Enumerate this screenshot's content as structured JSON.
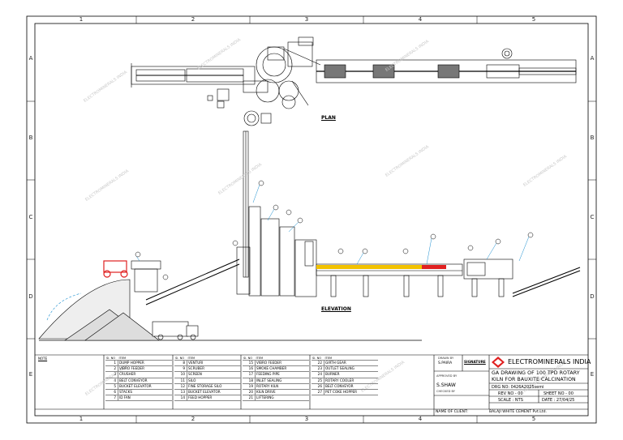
{
  "zones": {
    "columns": [
      "1",
      "2",
      "3",
      "4",
      "5"
    ],
    "rows": [
      "A",
      "B",
      "C",
      "D",
      "E"
    ]
  },
  "views": {
    "plan_label": "PLAN",
    "elevation_label": "ELEVATION"
  },
  "note_header": "NOTE",
  "parts_header": {
    "no": "Sl. NO",
    "item": "ITEM"
  },
  "parts_tables": [
    {
      "rows": [
        [
          "1",
          "DUMP HOPPER"
        ],
        [
          "2",
          "VIBRO FEEDER"
        ],
        [
          "3",
          "CRUSHER"
        ],
        [
          "4",
          "BELT CONVEYOR"
        ],
        [
          "5",
          "BUCKET ELEVATOR"
        ],
        [
          "6",
          "STACKS"
        ],
        [
          "7",
          "ID FAN"
        ]
      ]
    },
    {
      "rows": [
        [
          "8",
          "VENTURI"
        ],
        [
          "9",
          "SCRUBER"
        ],
        [
          "10",
          "SCREEN"
        ],
        [
          "11",
          "SILO"
        ],
        [
          "12",
          "FINE STORAGE SILO"
        ],
        [
          "13",
          "BUCKET ELEVATOR"
        ],
        [
          "14",
          "FEED HOPPER"
        ]
      ]
    },
    {
      "rows": [
        [
          "15",
          "VIBRO FEEDER"
        ],
        [
          "16",
          "SMOKE CHAMBER"
        ],
        [
          "17",
          "FEEDING PIPE"
        ],
        [
          "18",
          "INLET SEALING"
        ],
        [
          "19",
          "ROTARY KILN"
        ],
        [
          "20",
          "KILN DRIVE"
        ],
        [
          "21",
          "LIFTERING"
        ]
      ]
    },
    {
      "rows": [
        [
          "22",
          "GIRTH GEAR"
        ],
        [
          "23",
          "OUTLET SEALING"
        ],
        [
          "24",
          "BURNER"
        ],
        [
          "25",
          "ROTARY COOLER"
        ],
        [
          "26",
          "BELT CONVEYOR"
        ],
        [
          "27",
          "PET COKE HOPPER"
        ]
      ]
    }
  ],
  "title_block": {
    "drawn_by_label": "DRAWN BY",
    "drawn_by": "S.PAIRA",
    "signature_label": "SIGNATURE",
    "approved_by_label": "APPROVED BY",
    "checked_by_name": "S.SHAW",
    "checked_by_label": "CHECKED BY",
    "company": "ELECTROMINERALS INDIA",
    "title_line1": "GA DRAWING OF 100 TPD ROTARY",
    "title_line2": "KILN FOR BAUXITE  CALCINATION",
    "drg_no": "DRG NO: 0426A2025semi",
    "rev_no": "REV NO - 00",
    "sheet_no": "SHEET NO - 00",
    "scale": "SCALE : NTS",
    "date": "DATE : 27/04/25",
    "client_label": "NAME OF CLIENT:",
    "client_name": "BALAJI WHITE CEMENT Pvt.Ltd."
  },
  "watermark": "ELECTROMINERALS INDIA",
  "colors": {
    "line": "#000000",
    "highlight_yellow": "#f2c200",
    "highlight_red": "#e02020",
    "accent_cyan": "#1a8fd0",
    "watermark": "#c9c9c9"
  }
}
